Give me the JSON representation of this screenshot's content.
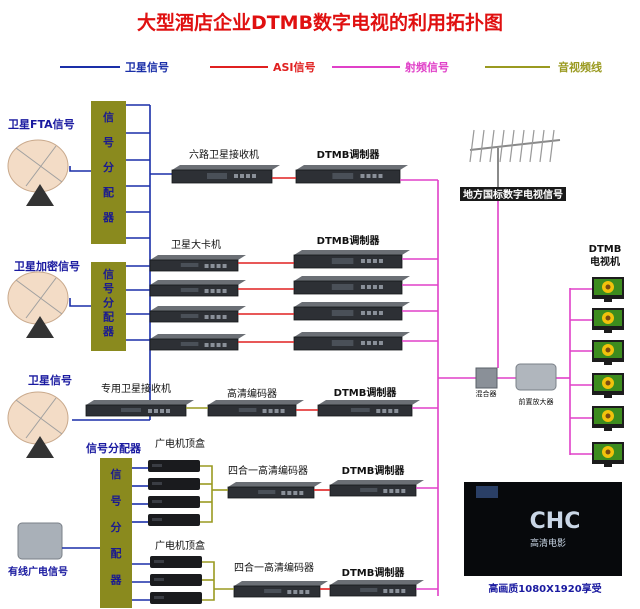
{
  "title": "大型酒店企业DTMB数字电视的利用拓扑图",
  "legend": [
    {
      "label": "卫星信号",
      "color": "#1a2fa8"
    },
    {
      "label": "ASI信号",
      "color": "#e02020"
    },
    {
      "label": "射频信号",
      "color": "#e040c8"
    },
    {
      "label": "音视频线",
      "color": "#9a9a20"
    }
  ],
  "colors": {
    "title": "#e01010",
    "label": "#1a1aa0",
    "splitter": "#8a8a1e",
    "splitter_text": "#1a1a90"
  },
  "labels": {
    "dish1": "卫星FTA信号",
    "dish2": "卫星加密信号",
    "dish3": "卫星信号",
    "cable": "有线广电信号",
    "splitter": "信号分配器",
    "splitter_top": "信号分配器",
    "rx6": "六路卫星接收机",
    "cam": "卫星大卡机",
    "rx_pro": "专用卫星接收机",
    "hd_enc": "高清编码器",
    "stb1": "广电机顶盒",
    "stb2": "广电机顶盒",
    "enc4_1": "四合一高清编码器",
    "enc4_2": "四合一高清编码器",
    "mod": "DTMB调制器",
    "antenna": "地方国标数字电视信号",
    "combiner": "混合器",
    "amp": "前置放大器",
    "tv_title": "DTMB\n电视机",
    "hd_caption": "高画质1080X1920享受",
    "chc_logo": "CHC",
    "chc_sub": "高清电影"
  }
}
